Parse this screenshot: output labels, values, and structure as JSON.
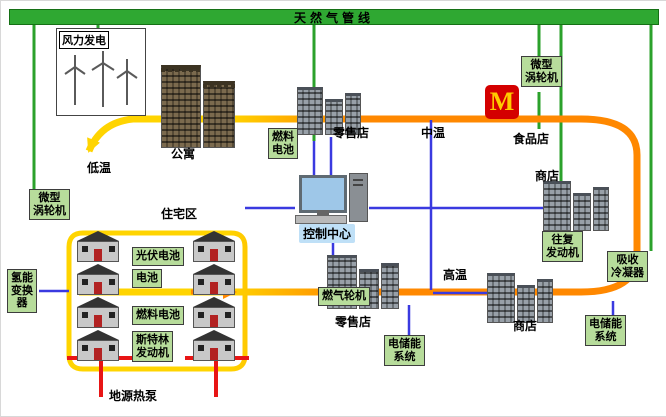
{
  "colors": {
    "pipeline_green": "#2fa832",
    "gas_line_green": "#2ba12b",
    "electric_line_blue": "#3a3ae0",
    "heat_low_yellow": "#ffd400",
    "heat_high_orange": "#ff8800",
    "component_label_bg": "#b7dc9b",
    "ground_loop_red": "#e81515",
    "mcdonalds_red": "#d40000",
    "mcdonalds_yellow": "#ffcc00"
  },
  "icons": {
    "food_brand": "mcdonalds-arches",
    "control_center": "computer-workstation",
    "wind": "wind-turbines",
    "residence": "house",
    "store": "gray-building"
  },
  "pipeline": {
    "label": "天然气管线"
  },
  "wind": {
    "label": "风力发电"
  },
  "zones": {
    "low": "低温",
    "mid": "中温",
    "high": "高温"
  },
  "sites": {
    "apartment": "公寓",
    "retail_top": "零售店",
    "food_store": "食品店",
    "shop_right": "商店",
    "residential": "住宅区",
    "retail_bottom": "零售店",
    "shop_bottom": "商店"
  },
  "components": {
    "fuel_cell_top": "燃料\n电池",
    "micro_turbine_right": "微型\n涡轮机",
    "micro_turbine_left": "微型\n涡轮机",
    "hydrogen_converter": "氢能\n变换\n器",
    "pv_cell": "光伏电池",
    "battery": "电池",
    "fuel_cell_res": "燃料电池",
    "stirling": "斯特林\n发动机",
    "gas_turbine": "燃气轮机",
    "recip_engine": "往复\n发动机",
    "absorption_condenser": "吸收\n冷凝器",
    "storage_right": "电储能\n系统",
    "storage_bottom": "电储能\n系统"
  },
  "control_center": {
    "label": "控制中心"
  },
  "ground": {
    "label": "地源热泵"
  },
  "food_brand": {
    "letter": "M"
  }
}
